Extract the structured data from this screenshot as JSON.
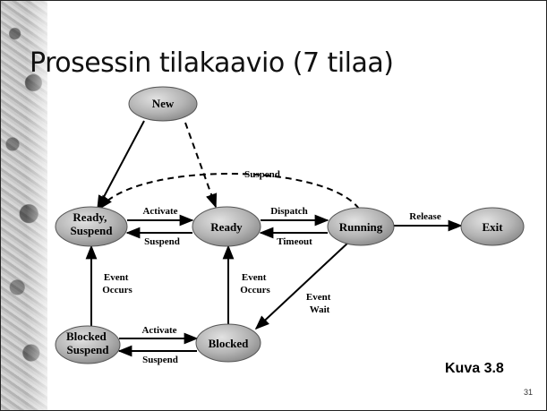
{
  "slide": {
    "title": "Prosessin tilakaavio (7 tilaa)",
    "caption": "Kuva 3.8",
    "page_number": "31"
  },
  "diagram": {
    "nodes": {
      "new": [
        "New"
      ],
      "ready_suspend": [
        "Ready,",
        "Suspend"
      ],
      "ready": [
        "Ready"
      ],
      "running": [
        "Running"
      ],
      "exit": [
        "Exit"
      ],
      "blocked_suspend": [
        "Blocked",
        "Suspend"
      ],
      "blocked": [
        "Blocked"
      ]
    },
    "edges": {
      "new_to_ready_suspend": "",
      "new_to_ready": "",
      "suspend_top": [
        "Suspend"
      ],
      "activate_top": [
        "Activate"
      ],
      "suspend_mid": [
        "Suspend"
      ],
      "dispatch": [
        "Dispatch"
      ],
      "timeout": [
        "Timeout"
      ],
      "release": [
        "Release"
      ],
      "event_occurs_left": [
        "Event",
        "Occurs"
      ],
      "event_occurs_right": [
        "Event",
        "Occurs"
      ],
      "event_wait": [
        "Event",
        "Wait"
      ],
      "activate_bottom": [
        "Activate"
      ],
      "suspend_bottom": [
        "Suspend"
      ]
    }
  }
}
